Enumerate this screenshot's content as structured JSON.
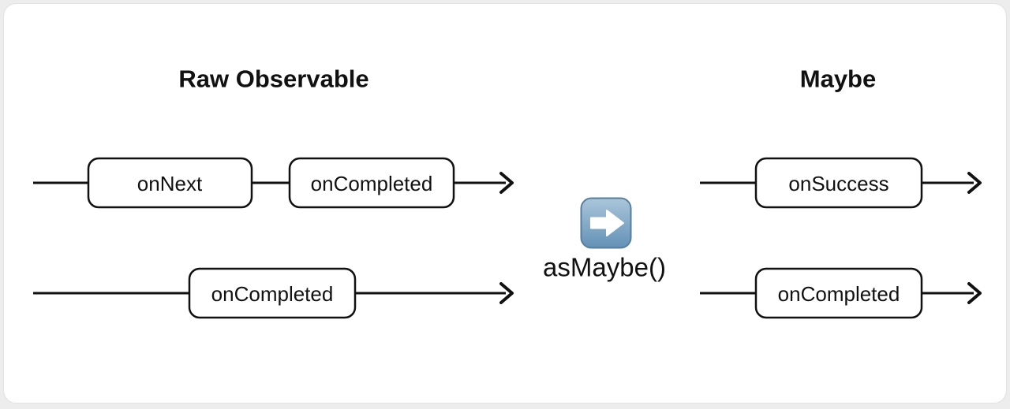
{
  "colors": {
    "page_background": "#ededed",
    "card_background": "#ffffff",
    "card_border": "#e2e2e2",
    "ink": "#111111",
    "emoji_top": "#abc6da",
    "emoji_bottom": "#6391b6",
    "emoji_border": "#587f9d",
    "emoji_arrow": "#ffffff"
  },
  "left": {
    "title": "Raw Observable",
    "timelines": [
      {
        "events": [
          "onNext",
          "onCompleted"
        ]
      },
      {
        "events": [
          "onCompleted"
        ]
      }
    ]
  },
  "transform": {
    "icon": "right-arrow-emoji",
    "label": "asMaybe()"
  },
  "right": {
    "title": "Maybe",
    "timelines": [
      {
        "events": [
          "onSuccess"
        ]
      },
      {
        "events": [
          "onCompleted"
        ]
      }
    ]
  }
}
